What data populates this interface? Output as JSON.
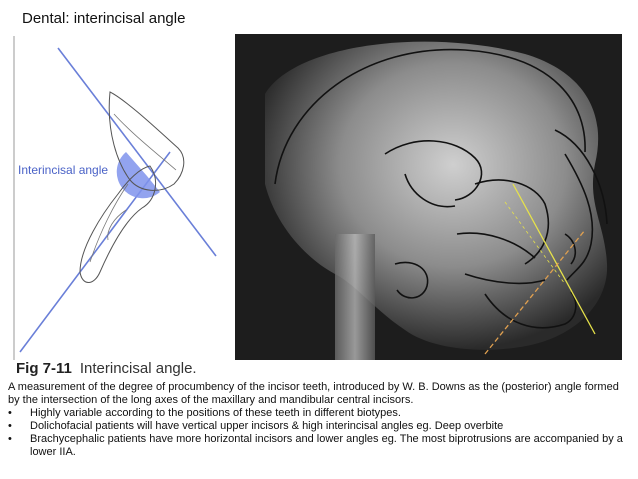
{
  "slide": {
    "title": "Dental:  interincisal angle"
  },
  "figure": {
    "diagram_label": "Interincisal angle",
    "caption_number": "Fig 7-11",
    "caption_text": "Interincisal angle.",
    "colors": {
      "axis_line": "#6a7fd8",
      "angle_fill": "#7f93ec",
      "label_text": "#4a62c7",
      "tooth_outline": "#555555",
      "xray_background": "#1d1d1d",
      "tracing_line": "#111111",
      "yellow_axis": "#e6e24a",
      "orange_axis": "#e0a050"
    }
  },
  "description": {
    "intro": "A measurement of the degree of procumbency of the incisor teeth, introduced by W. B. Downs as the (posterior) angle formed by the intersection of the long axes of the maxillary and mandibular central incisors.",
    "bullet_symbol": "•",
    "bullets": [
      "Highly variable according to the positions of these teeth in different biotypes.",
      "Dolichofacial patients will have vertical upper incisors & high interincisal angles eg. Deep overbite",
      "Brachycephalic patients have more horizontal incisors and lower angles eg. The most biprotrusions are accompanied by a lower IIA."
    ]
  }
}
